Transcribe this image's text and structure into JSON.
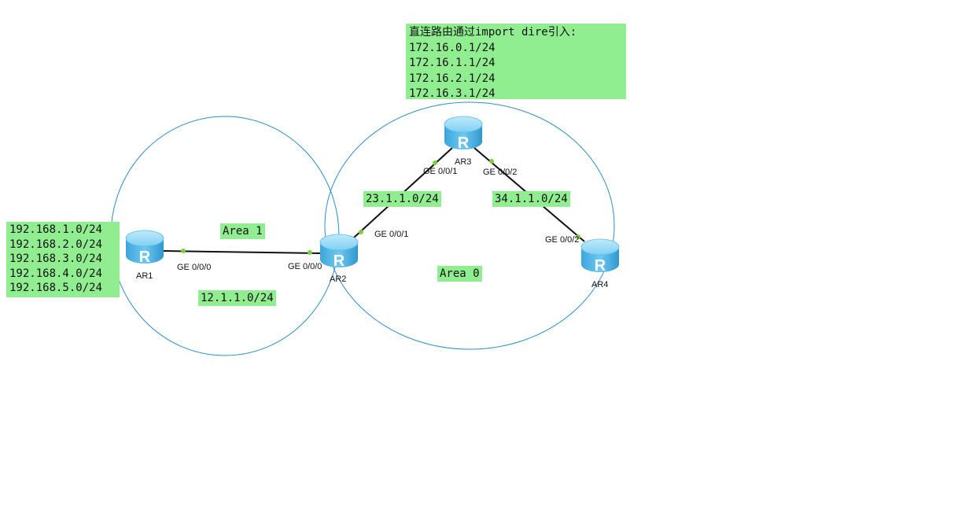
{
  "notes": {
    "top": {
      "lines": [
        "直连路由通过import dire引入:",
        "172.16.0.1/24",
        "172.16.1.1/24",
        "172.16.2.1/24",
        "172.16.3.1/24"
      ]
    },
    "left": {
      "lines": [
        "192.168.1.0/24",
        "192.168.2.0/24",
        "192.168.3.0/24",
        "192.168.4.0/24",
        "192.168.5.0/24"
      ]
    }
  },
  "areas": {
    "area1": "Area 1",
    "area0": "Area 0"
  },
  "networks": {
    "n12": "12.1.1.0/24",
    "n23": "23.1.1.0/24",
    "n34": "34.1.1.0/24"
  },
  "routers": {
    "ar1": "AR1",
    "ar2": "AR2",
    "ar3": "AR3",
    "ar4": "AR4",
    "icon_letter": "R"
  },
  "ports": {
    "ar1_g000": "GE 0/0/0",
    "ar2_g000": "GE 0/0/0",
    "ar2_g001": "GE 0/0/1",
    "ar3_g001": "GE 0/0/1",
    "ar3_g002": "GE 0/0/2",
    "ar4_g002": "GE 0/0/2"
  },
  "colors": {
    "label_bg": "#90ee90",
    "area_circle": "#2a8fc4",
    "link": "#111111",
    "port_dot": "#7ccf3a",
    "router_body": "#4fb8ea"
  }
}
